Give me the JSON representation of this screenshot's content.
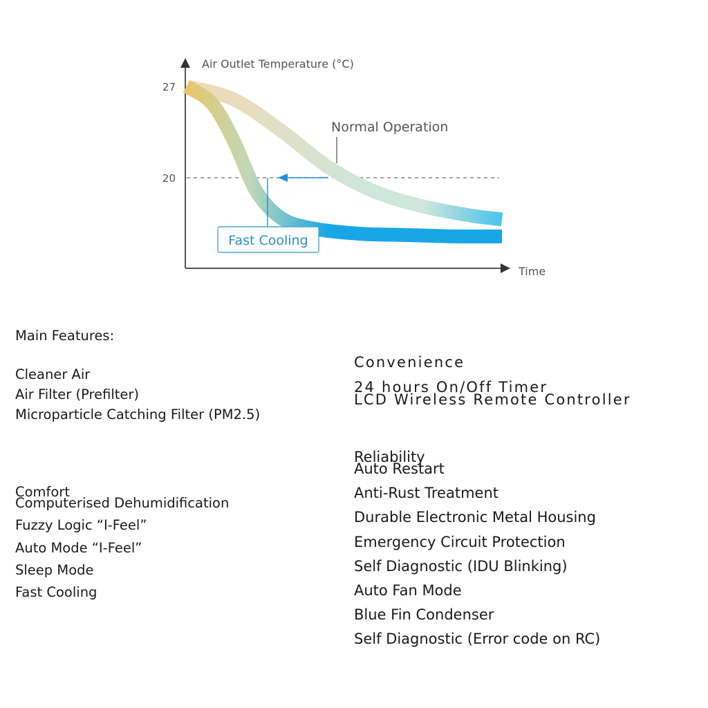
{
  "chart_data": {
    "type": "line",
    "ylabel": "Air Outlet Temperature (°C)",
    "xlabel": "Time",
    "y_ticks": [
      27,
      20
    ],
    "reference_line": {
      "y": 20,
      "style": "dashed"
    },
    "grid": false,
    "series": [
      {
        "name": "Normal Operation",
        "x": [
          0,
          0.15,
          0.3,
          0.45,
          0.6,
          0.75,
          0.9,
          1.0
        ],
        "y": [
          27,
          26.0,
          23.6,
          20.8,
          18.9,
          17.8,
          17.1,
          16.8
        ]
      },
      {
        "name": "Fast Cooling",
        "x": [
          0,
          0.08,
          0.15,
          0.22,
          0.3,
          0.4,
          0.55,
          0.7,
          0.85,
          1.0
        ],
        "y": [
          27,
          25.7,
          22.8,
          19.0,
          16.9,
          16.1,
          15.7,
          15.6,
          15.5,
          15.5
        ]
      }
    ],
    "annotations": [
      "Normal Operation",
      "Fast Cooling"
    ]
  },
  "features": {
    "heading": "Main Features:",
    "left_lines": [
      "Cleaner Air",
      "Air Filter (Prefilter)",
      "Microparticle Catching Filter (PM2.5)",
      "Comfort",
      "Computerised Dehumidification",
      "Fuzzy Logic “I-Feel”",
      "Auto Mode “I-Feel”",
      "Sleep Mode",
      "Fast Cooling"
    ],
    "right_lines": [
      "Convenience",
      "24 hours On/Off  Timer",
      "LCD Wireless Remote Controller",
      "Reliability",
      "Auto Restart",
      "Anti-Rust Treatment",
      "Durable Electronic Metal Housing",
      "Emergency Circuit Protection",
      "Self Diagnostic (IDU Blinking)",
      "Auto Fan Mode",
      "Blue Fin Condenser",
      "Self Diagnostic (Error code on RC)"
    ]
  },
  "colors": {
    "axis": "#555555",
    "dash": "#888888",
    "arrow": "#1e8fd6",
    "fast_start": "#e8c56a",
    "fast_end": "#18a6e6",
    "normal_start": "#f2d9b0",
    "normal_mid": "#cfe6da",
    "normal_end": "#48c3ee",
    "label_box": "#4aa8d8",
    "label_text": "#2d8fca"
  }
}
